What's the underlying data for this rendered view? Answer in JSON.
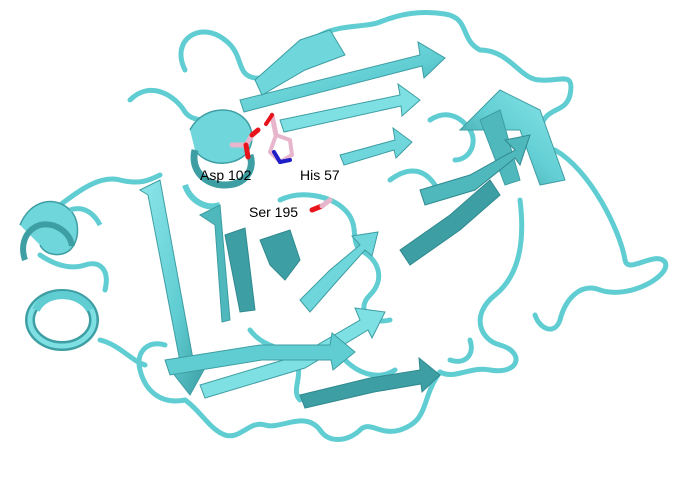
{
  "colors": {
    "ribbon_light": "#7fe0e4",
    "ribbon_mid": "#5fcdd2",
    "ribbon_dark": "#3d9ea3",
    "residue_carbon": "#e8b6cc",
    "oxygen": "#e8141c",
    "nitrogen": "#1e1ec8",
    "background": "#ffffff"
  },
  "labels": {
    "asp": "Asp 102",
    "his": "His 57",
    "ser": "Ser 195"
  }
}
